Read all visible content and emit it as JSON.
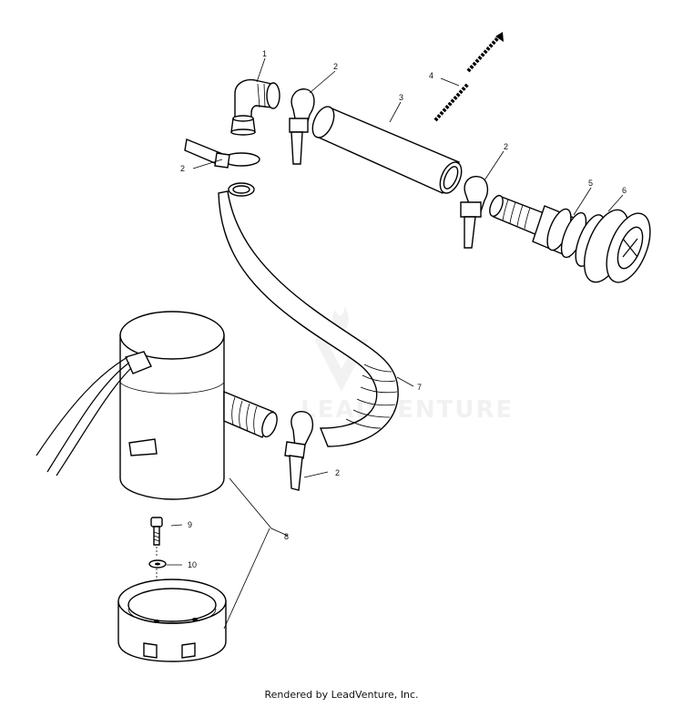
{
  "watermark": {
    "text": "LEADVENTURE"
  },
  "callouts": {
    "c1": "1",
    "c2a": "2",
    "c2b": "2",
    "c2c": "2",
    "c2d": "2",
    "c3": "3",
    "c4": "4",
    "c5": "5",
    "c6": "6",
    "c7": "7",
    "c8": "8",
    "c9": "9",
    "c10": "10"
  },
  "footer": {
    "text": "Rendered by LeadVenture, Inc."
  }
}
